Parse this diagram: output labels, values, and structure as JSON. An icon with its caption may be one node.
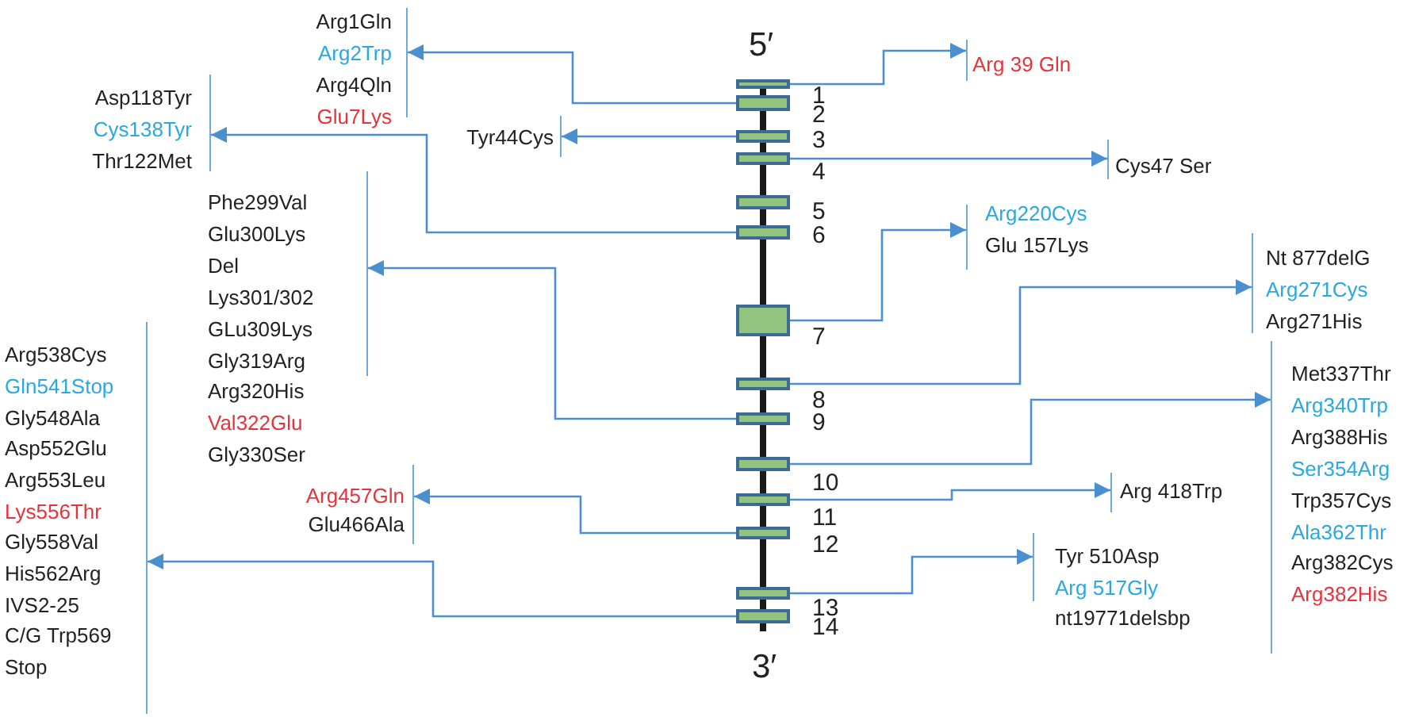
{
  "diagram": {
    "nodes": [
      {
        "text": [],
        "shape": "box",
        "beside": [
          "1"
        ]
      },
      {
        "text": [],
        "shape": "box",
        "beside": [
          "2"
        ]
      },
      {
        "text": [],
        "shape": "box",
        "beside": [
          "3"
        ]
      },
      {
        "text": [],
        "shape": "box",
        "beside": [
          "4"
        ]
      },
      {
        "text": [],
        "shape": "box",
        "beside": [
          "5"
        ]
      },
      {
        "text": [],
        "shape": "box",
        "beside": [
          "6"
        ]
      },
      {
        "text": [],
        "shape": "box",
        "beside": [
          "7"
        ]
      },
      {
        "text": [],
        "shape": "box",
        "beside": [
          "8"
        ]
      },
      {
        "text": [],
        "shape": "box",
        "beside": [
          "9"
        ]
      },
      {
        "text": [],
        "shape": "box",
        "beside": [
          "10"
        ]
      },
      {
        "text": [],
        "shape": "box",
        "beside": [
          "11"
        ]
      },
      {
        "text": [],
        "shape": "box",
        "beside": [
          "12"
        ]
      },
      {
        "text": [],
        "shape": "box",
        "beside": [
          "13"
        ]
      },
      {
        "text": [],
        "shape": "box",
        "beside": [
          "14"
        ]
      },
      {
        "text": [
          "Arg 39 Gln"
        ]
      },
      {
        "text": [
          "Arg1Gln",
          "Arg2Trp",
          "Arg4Qln",
          "Glu7Lys"
        ]
      },
      {
        "text": [
          "Tyr44Cys"
        ]
      },
      {
        "text": [
          "Cys47 Ser"
        ]
      },
      {
        "text": [
          "Asp118Tyr",
          "Cys138Tyr",
          "Thr122Met"
        ]
      },
      {
        "text": [
          "Arg220Cys",
          "Glu 157Lys"
        ]
      },
      {
        "text": [
          "Nt 877delG",
          "Arg271Cys",
          "Arg271His"
        ]
      },
      {
        "text": [
          "Phe299Val",
          "Glu300Lys",
          "Del",
          "Lys301/302",
          "GLu309Lys",
          "Gly319Arg",
          "Arg320His",
          "Val322Glu",
          "Gly330Ser"
        ]
      },
      {
        "text": [
          "Met337Thr",
          "Arg340Trp",
          "Arg388His",
          "Ser354Arg",
          "Trp357Cys",
          "Ala362Thr",
          "Arg382Cys",
          "Arg382His"
        ]
      },
      {
        "text": [
          "Arg 418Trp"
        ]
      },
      {
        "text": [
          "Arg457Gln",
          "Glu466Ala"
        ]
      },
      {
        "text": [
          "Tyr 510Asp",
          "Arg 517Gly",
          "nt19771delsbp"
        ]
      },
      {
        "text": [
          "Arg538Cys",
          "Gln541Stop",
          "Gly548Ala",
          "Asp552Glu",
          "Arg553Leu",
          "Lys556Thr",
          "Gly558Val",
          "His562Arg",
          "IVS2-25",
          "C/G Trp569 Stop"
        ]
      }
    ],
    "edges": [
      {
        "from": 0,
        "to": 14,
        "arrow": "to"
      },
      {
        "from": 1,
        "to": 15,
        "arrow": "to"
      },
      {
        "from": 2,
        "to": 16,
        "arrow": "to"
      },
      {
        "from": 3,
        "to": 17,
        "arrow": "to"
      },
      {
        "from": 5,
        "to": 18,
        "arrow": "to"
      },
      {
        "from": 6,
        "to": 19,
        "arrow": "to"
      },
      {
        "from": 7,
        "to": 20,
        "arrow": "to"
      },
      {
        "from": 8,
        "to": 21,
        "arrow": "to"
      },
      {
        "from": 9,
        "to": 22,
        "arrow": "to"
      },
      {
        "from": 10,
        "to": 23,
        "arrow": "to"
      },
      {
        "from": 11,
        "to": 24,
        "arrow": "to"
      },
      {
        "from": 12,
        "to": 25,
        "arrow": "to"
      },
      {
        "from": 13,
        "to": 26,
        "arrow": "to"
      }
    ],
    "labels": [
      "5′",
      "3′"
    ]
  }
}
